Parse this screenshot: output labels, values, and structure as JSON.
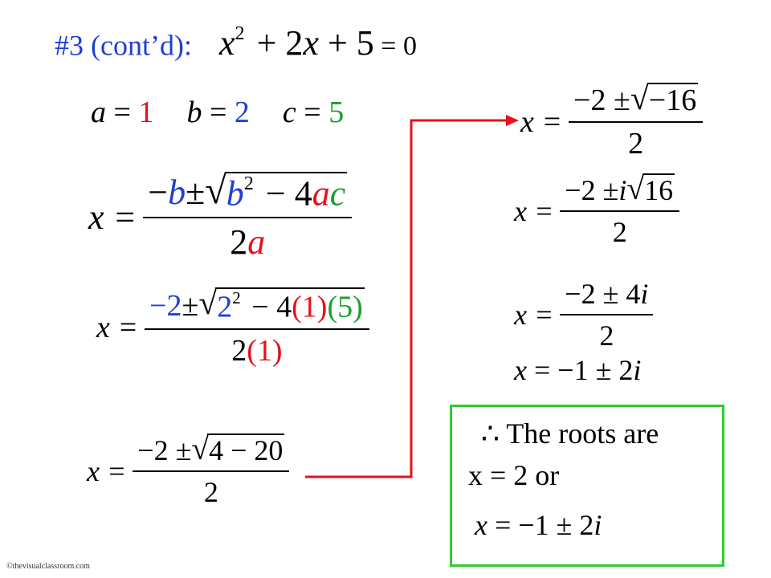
{
  "title": {
    "label": "#3 (cont’d):",
    "x": "x",
    "exp": "2",
    "mid": " + 2",
    "x2": "x",
    "tail": " + 5",
    "eq": " = 0"
  },
  "coefficients": {
    "a_name": "a",
    "a_val": "1",
    "b_name": "b",
    "b_val": "2",
    "c_name": "c",
    "c_val": "5",
    "equals": " = "
  },
  "formula": {
    "lhs": "x =",
    "neg": "−",
    "b": "b",
    "pm": " ± ",
    "b2": "b",
    "sq": "2",
    "minus4": " − 4",
    "a": "a",
    "c": "c",
    "den2": "2",
    "dena": "a"
  },
  "substitution": {
    "lhs": "x =",
    "neg2": "−2",
    "pm": " ± ",
    "two": "2",
    "sq": "2",
    "minus4": " − 4",
    "one": "(1)",
    "five": "(5)",
    "den2": "2",
    "den1": "(1)"
  },
  "step3": {
    "lhs": "x =",
    "num_pre": "−2 ± ",
    "radicand": "4 − 20",
    "den": "2"
  },
  "step4": {
    "lhs": "x =",
    "num_pre": "−2 ± ",
    "radicand": "−16",
    "den": "2"
  },
  "step5": {
    "lhs": "x =",
    "num_pre": "−2 ± ",
    "i": "i",
    "radicand": "16",
    "den": "2"
  },
  "step6": {
    "lhs": "x =",
    "num_pre": "−2 ± 4",
    "i": "i",
    "den": "2"
  },
  "step7": {
    "lhs": "x",
    "rest": " = −1 ± 2",
    "i": "i"
  },
  "answer": {
    "therefore": "∴",
    "text": " The roots are",
    "line2": "x = 2 or",
    "line3_lhs": "x",
    "line3_rest": " = −1 ± 2",
    "line3_i": "i"
  },
  "colors": {
    "a": "#e8101a",
    "b": "#1f3fd6",
    "c": "#18a02e",
    "box": "#2fcc2f",
    "arrow": "#e8101a"
  },
  "copyright": "©thevisualclassroom.com"
}
